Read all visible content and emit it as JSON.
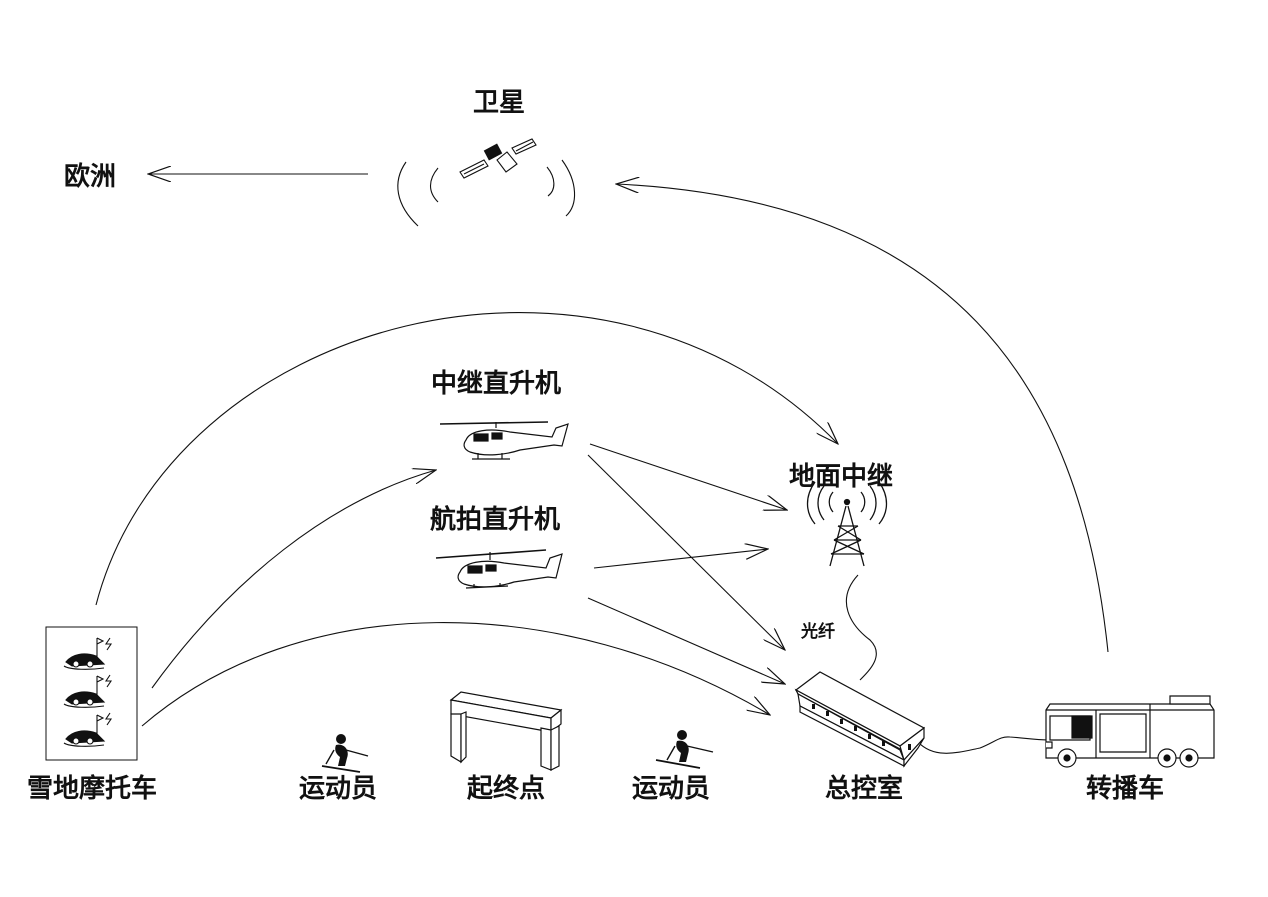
{
  "labels": {
    "satellite": "卫星",
    "europe": "欧洲",
    "relay_helicopter": "中继直升机",
    "aerial_helicopter": "航拍直升机",
    "ground_relay": "地面中继",
    "fiber": "光纤",
    "snowmobile": "雪地摩托车",
    "athlete_left": "运动员",
    "start_finish": "起终点",
    "athlete_right": "运动员",
    "control_room": "总控室",
    "ob_van": "转播车"
  },
  "colors": {
    "ink": "#111111",
    "background": "#ffffff"
  },
  "icons": [
    "satellite-icon",
    "helicopter-icon",
    "radio-tower-icon",
    "snowmobile-icon",
    "skier-icon",
    "start-finish-gate-icon",
    "control-room-building-icon",
    "ob-van-icon"
  ]
}
